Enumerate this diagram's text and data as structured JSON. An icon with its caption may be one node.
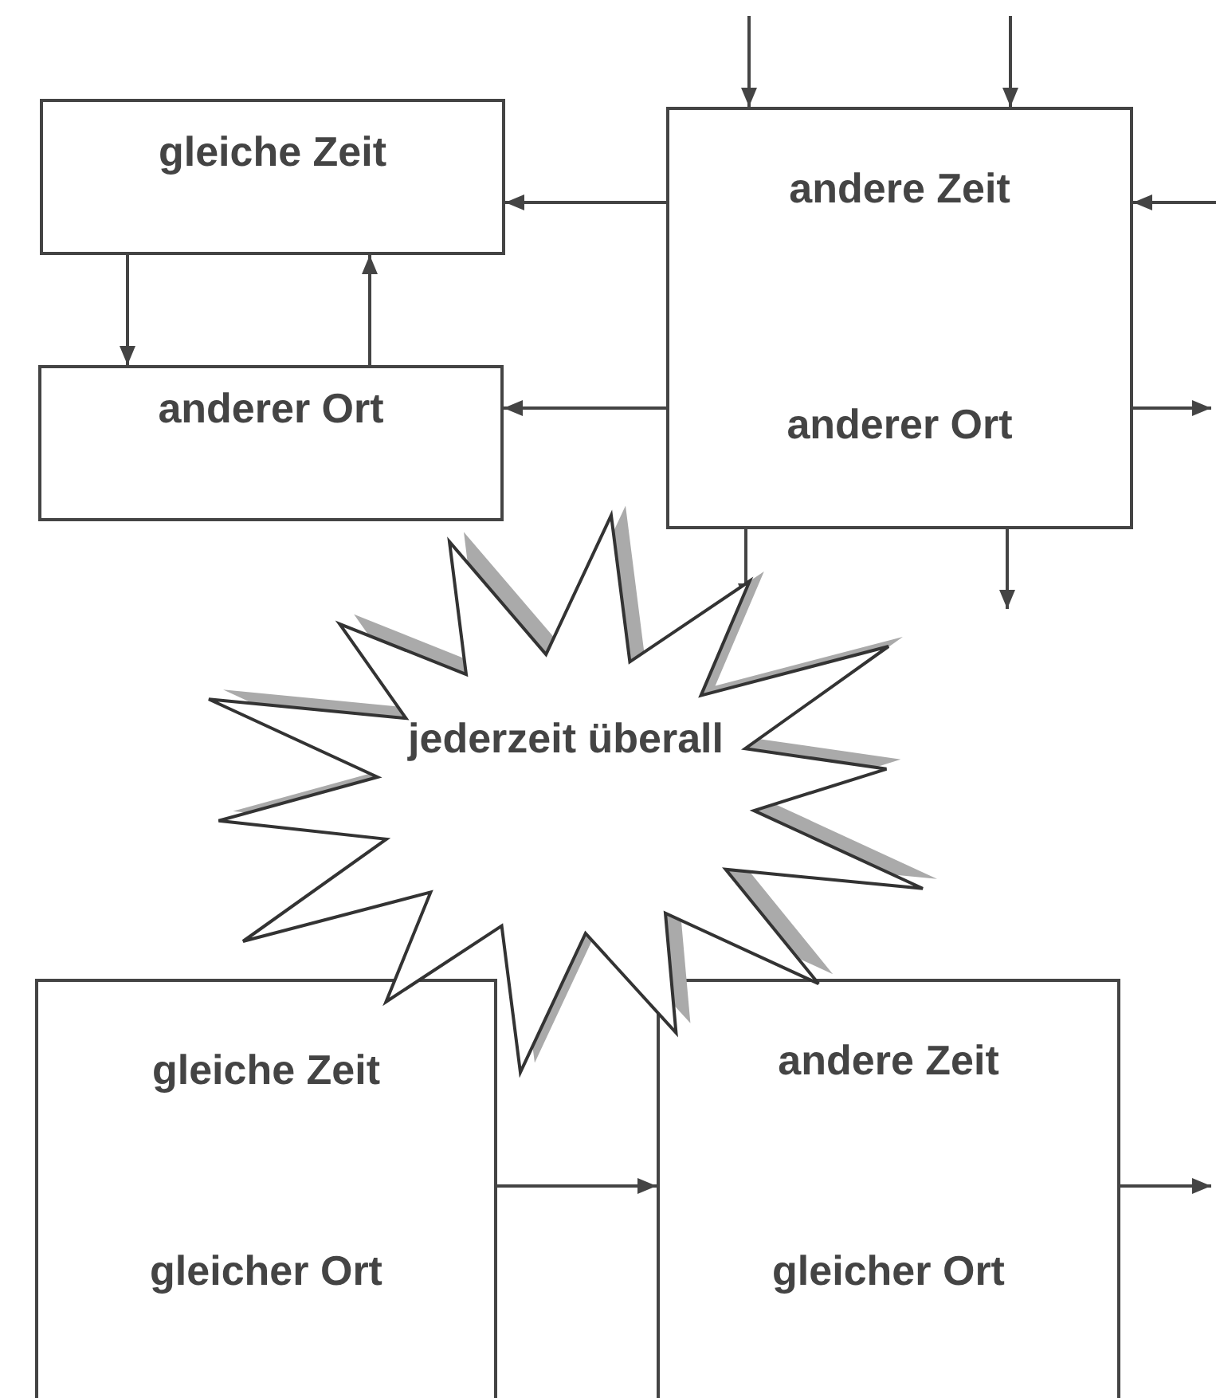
{
  "diagram": {
    "nodes": [
      {
        "text": [
          "gleiche Zeit"
        ]
      },
      {
        "text": [
          "andere Zeit",
          "anderer Ort"
        ]
      },
      {
        "text": [
          "anderer Ort"
        ]
      },
      {
        "text": [
          "jederzeit überall"
        ]
      },
      {
        "text": [
          "gleiche Zeit",
          "gleicher Ort"
        ]
      },
      {
        "text": [
          "andere Zeit",
          "gleicher Ort"
        ]
      }
    ],
    "edges": [
      {
        "from": null,
        "to": 1,
        "arrow": "to"
      },
      {
        "from": null,
        "to": 1,
        "arrow": "to"
      },
      {
        "from": null,
        "to": 1,
        "arrow": "to"
      },
      {
        "from": 1,
        "to": 0,
        "arrow": "to"
      },
      {
        "from": 1,
        "to": 2,
        "arrow": "to"
      },
      {
        "from": 1,
        "to": null,
        "arrow": "to"
      },
      {
        "from": 1,
        "to": 3,
        "arrow": "to"
      },
      {
        "from": 1,
        "to": null,
        "arrow": "to"
      },
      {
        "from": 0,
        "to": 2,
        "arrow": "to"
      },
      {
        "from": 2,
        "to": 0,
        "arrow": "to"
      },
      {
        "from": 4,
        "to": 5,
        "arrow": "to"
      },
      {
        "from": 5,
        "to": null,
        "arrow": "to"
      }
    ]
  }
}
